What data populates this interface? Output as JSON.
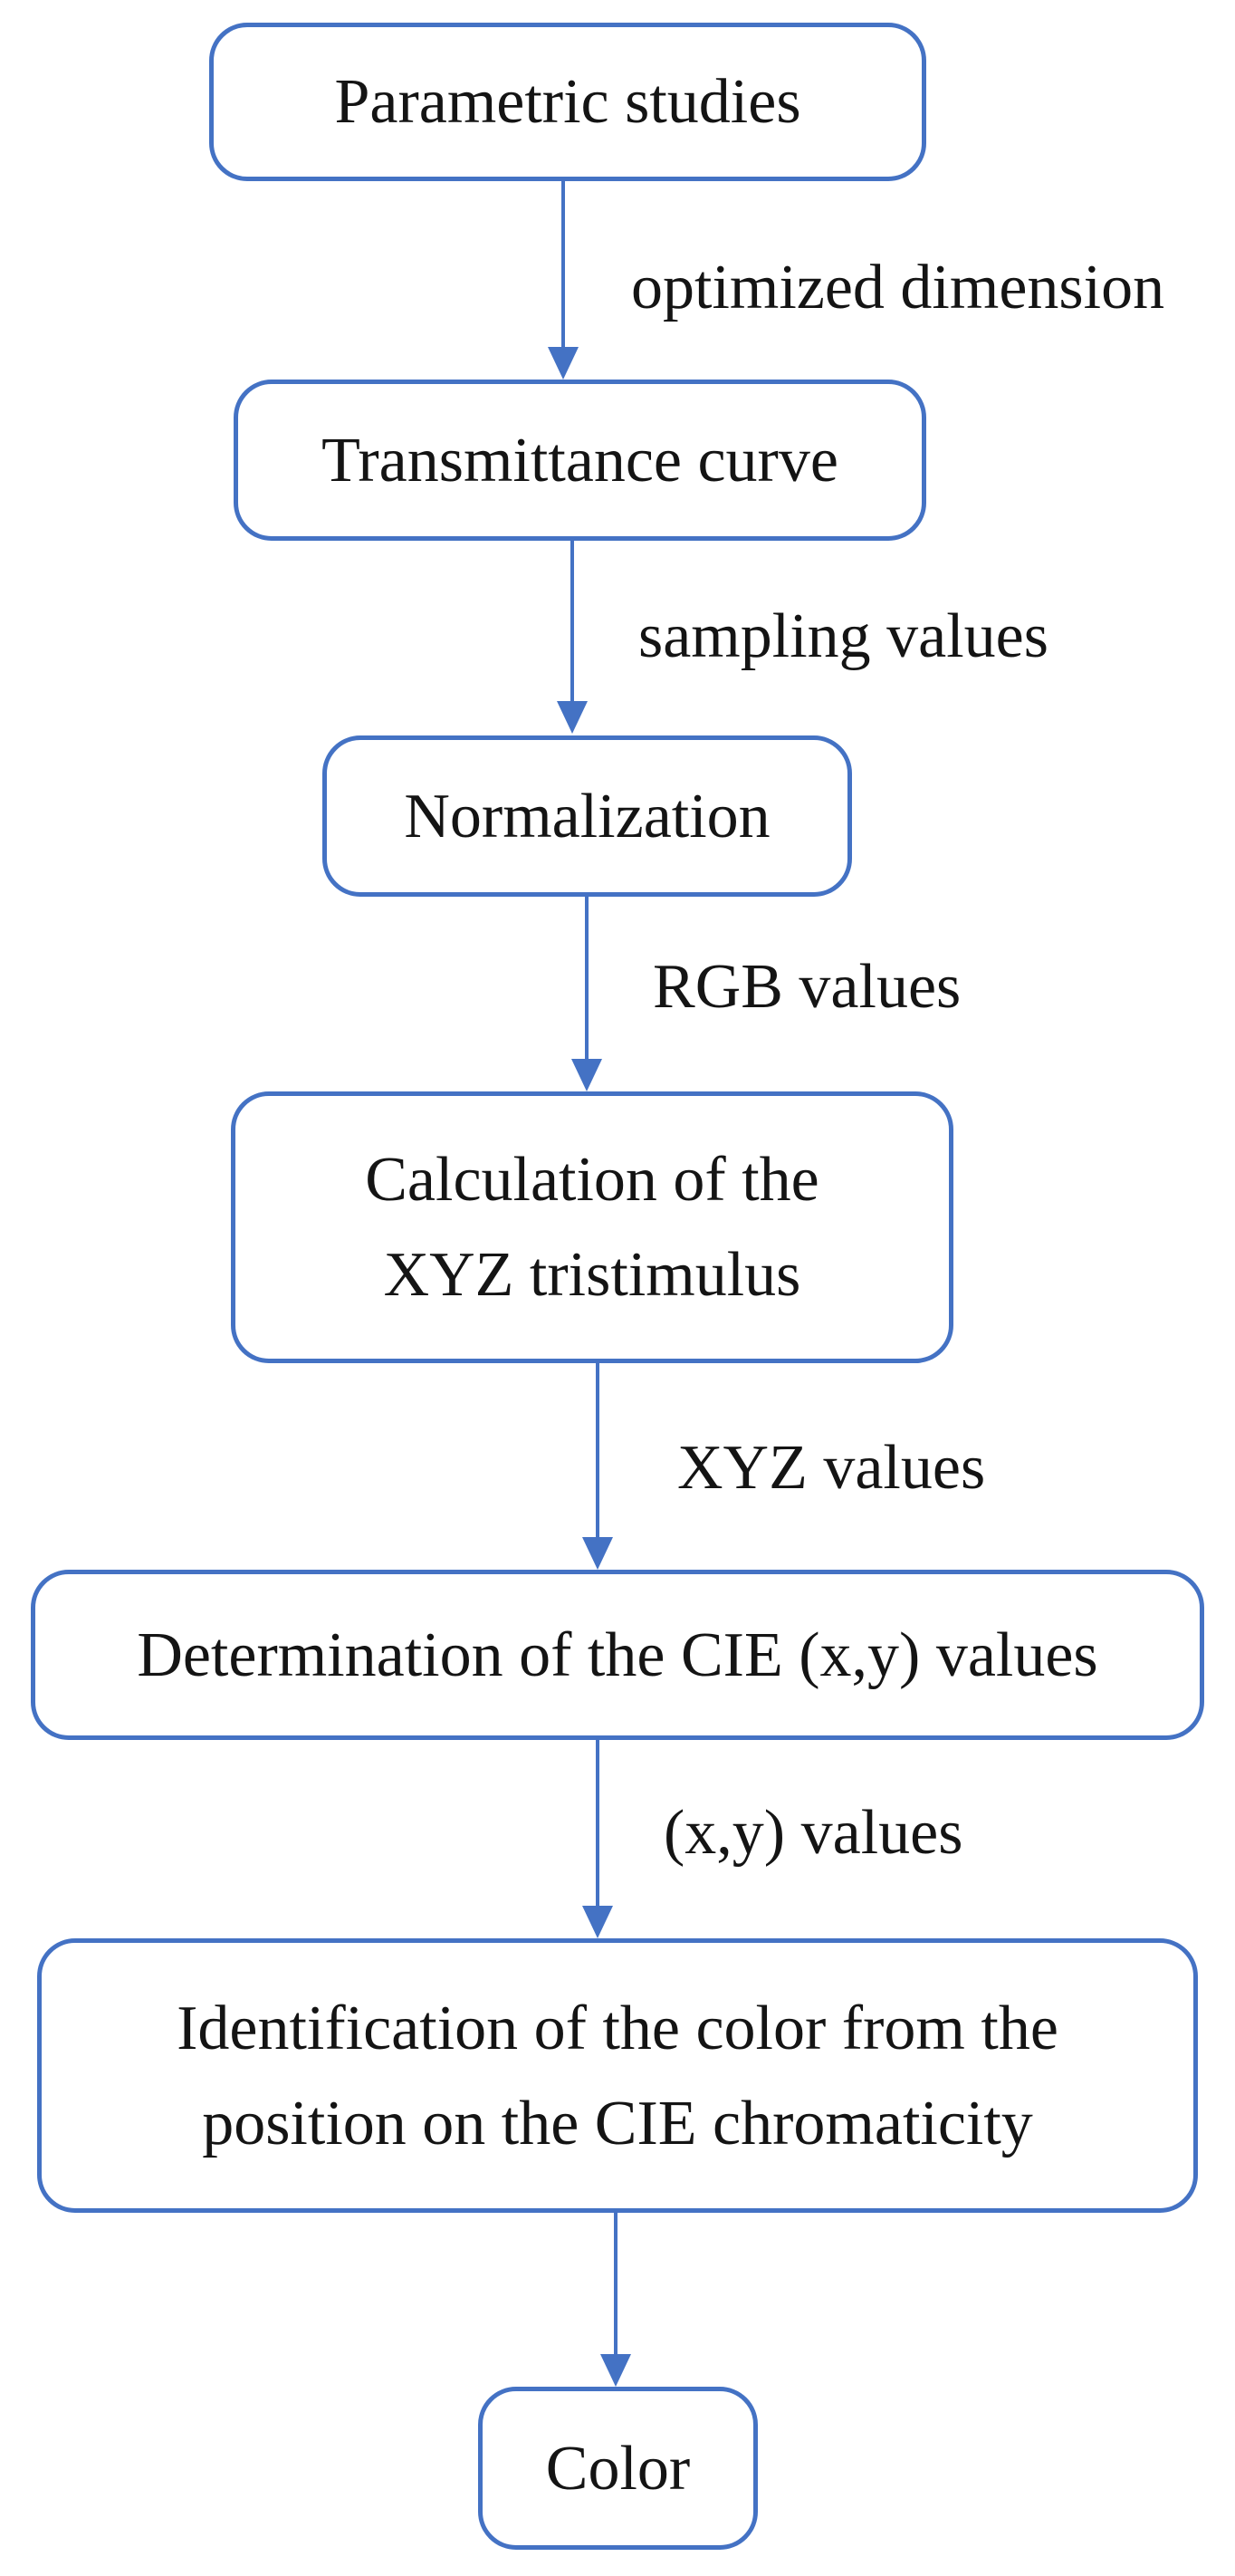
{
  "diagram": {
    "type": "flowchart",
    "background": "#ffffff",
    "accent_color": "#4472C4",
    "text_color": "#141414",
    "nodes": [
      {
        "id": "parametric-studies",
        "lines": [
          "Parametric studies"
        ]
      },
      {
        "id": "transmittance-curve",
        "lines": [
          "Transmittance curve"
        ]
      },
      {
        "id": "normalization",
        "lines": [
          "Normalization"
        ]
      },
      {
        "id": "calculation-xyz-tristimulus",
        "lines": [
          "Calculation of the",
          "XYZ tristimulus"
        ]
      },
      {
        "id": "determination-cie-xy",
        "lines": [
          "Determination of the CIE (x,y) values"
        ]
      },
      {
        "id": "identification-color",
        "lines": [
          "Identification of the color from the",
          "position on the CIE chromaticity"
        ]
      },
      {
        "id": "color",
        "lines": [
          "Color"
        ]
      }
    ],
    "edges": [
      {
        "from": "parametric-studies",
        "to": "transmittance-curve",
        "label": "optimized dimension"
      },
      {
        "from": "transmittance-curve",
        "to": "normalization",
        "label": "sampling values"
      },
      {
        "from": "normalization",
        "to": "calculation-xyz-tristimulus",
        "label": "RGB values"
      },
      {
        "from": "calculation-xyz-tristimulus",
        "to": "determination-cie-xy",
        "label": "XYZ values"
      },
      {
        "from": "determination-cie-xy",
        "to": "identification-color",
        "label": "(x,y) values"
      },
      {
        "from": "identification-color",
        "to": "color",
        "label": ""
      }
    ]
  }
}
